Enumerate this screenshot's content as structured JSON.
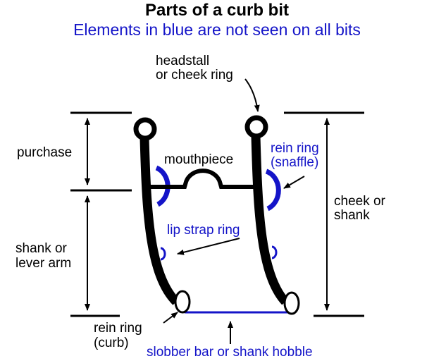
{
  "title": "Parts of a curb bit",
  "subtitle": "Elements in blue are not seen on all bits",
  "labels": {
    "headstall": "headstall",
    "headstall2": "or cheek ring",
    "purchase": "purchase",
    "mouthpiece": "mouthpiece",
    "rein_snaffle1": "rein ring",
    "rein_snaffle2": "(snaffle)",
    "cheek1": "cheek or",
    "cheek2": "shank",
    "shank1": "shank or",
    "shank2": "lever arm",
    "lip_strap": "lip strap ring",
    "rein_curb1": "rein ring",
    "rein_curb2": "(curb)",
    "slobber": "slobber bar or shank hobble"
  },
  "colors": {
    "blue": "#1414c8",
    "black": "#000000"
  }
}
